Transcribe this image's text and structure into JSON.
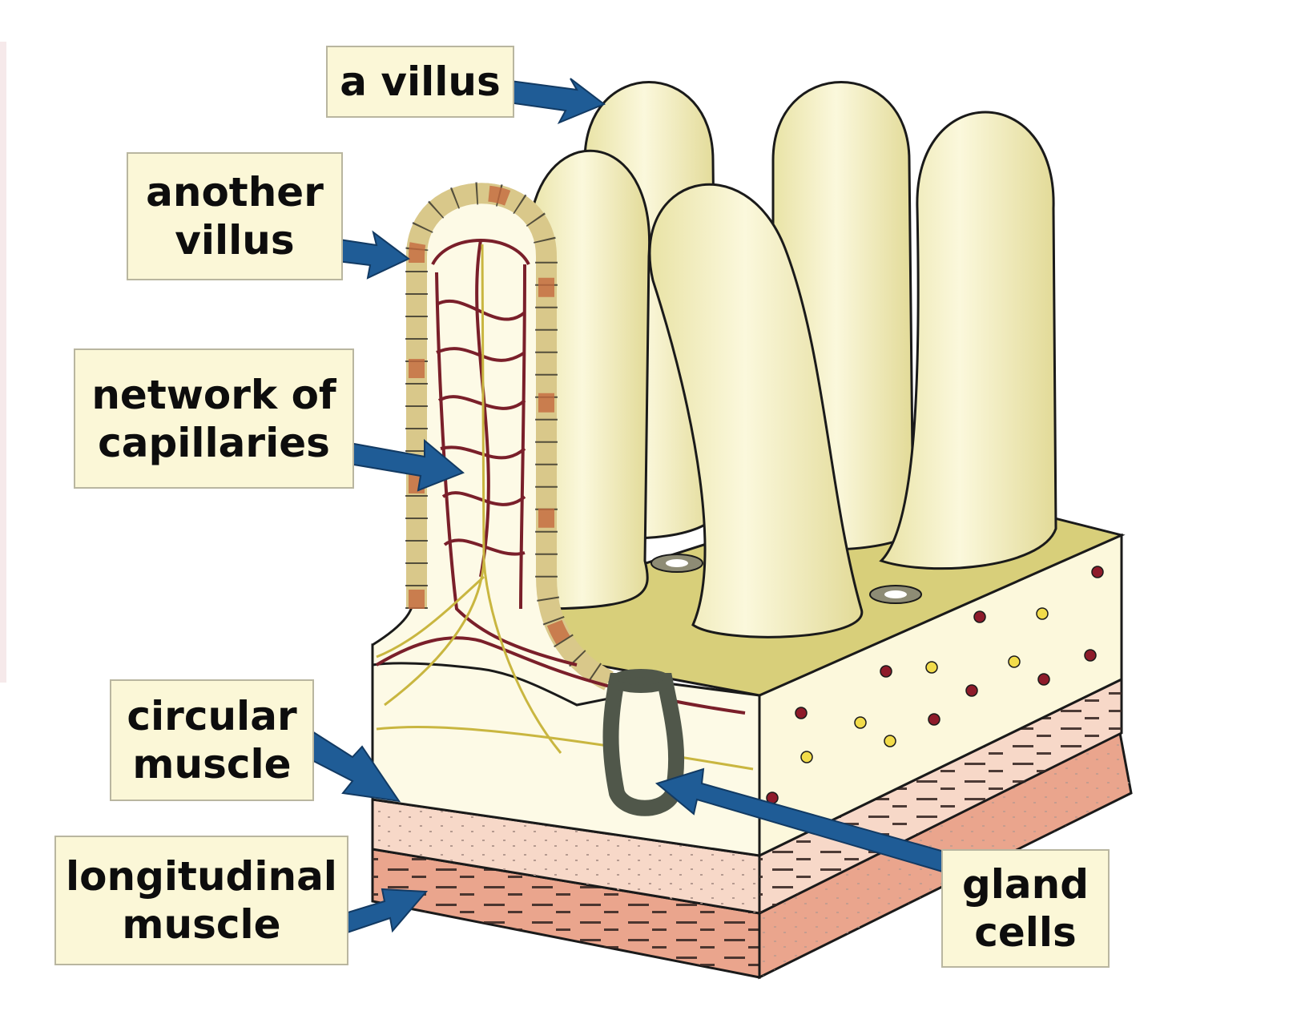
{
  "labels": {
    "villus": "a villus",
    "another_villus": "another\nvillus",
    "capillaries": "network of\ncapillaries",
    "circular_muscle": "circular\nmuscle",
    "longitudinal_muscle": "longitudinal\nmuscle",
    "gland_cells": "gland\ncells"
  },
  "colors": {
    "label_fill": "#fbf7d7",
    "arrow": "#1f5c96",
    "villus_fill": "#f4efc0",
    "tissue_top": "#d8cf7a",
    "mucosa_side": "#fcf8dc",
    "circular_muscle": "#f7d8c8",
    "longitudinal_muscle": "#eaa58d",
    "capillary": "#7a1f2a",
    "lacteal": "#c9b640",
    "gland": "#9aa58a"
  }
}
